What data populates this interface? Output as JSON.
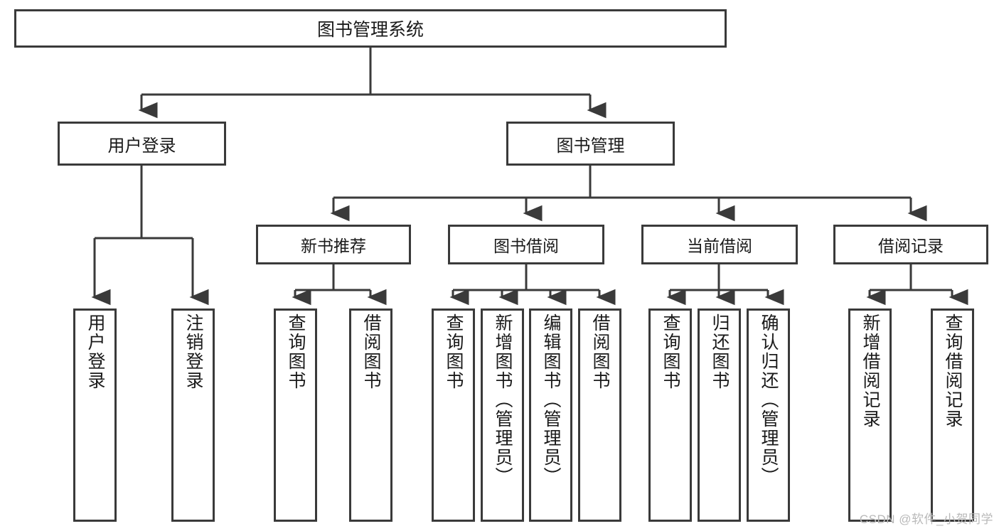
{
  "diagram": {
    "title": "图书管理系统",
    "root": {
      "label": "图书管理系统"
    },
    "level2": [
      {
        "label": "用户登录"
      },
      {
        "label": "图书管理"
      }
    ],
    "level3": [
      {
        "label": "新书推荐"
      },
      {
        "label": "图书借阅"
      },
      {
        "label": "当前借阅"
      },
      {
        "label": "借阅记录"
      }
    ],
    "leaves": {
      "user_login": [
        {
          "label": "用户登录"
        },
        {
          "label": "注销登录"
        }
      ],
      "new_book": [
        {
          "label": "查询图书"
        },
        {
          "label": "借阅图书"
        }
      ],
      "borrow": [
        {
          "label": "查询图书"
        },
        {
          "label": "新增图书（管理员）"
        },
        {
          "label": "编辑图书（管理员）"
        },
        {
          "label": "借阅图书"
        }
      ],
      "current": [
        {
          "label": "查询图书"
        },
        {
          "label": "归还图书"
        },
        {
          "label": "确认归还（管理员）"
        }
      ],
      "records": [
        {
          "label": "新增借阅记录"
        },
        {
          "label": "查询借阅记录"
        }
      ]
    }
  },
  "watermark": {
    "text": "CSDN @软件_小贺同学"
  },
  "colors": {
    "stroke": "#3a3a3a",
    "text": "#1a1a1a",
    "background": "#ffffff",
    "watermark": "#b9b9b9"
  }
}
